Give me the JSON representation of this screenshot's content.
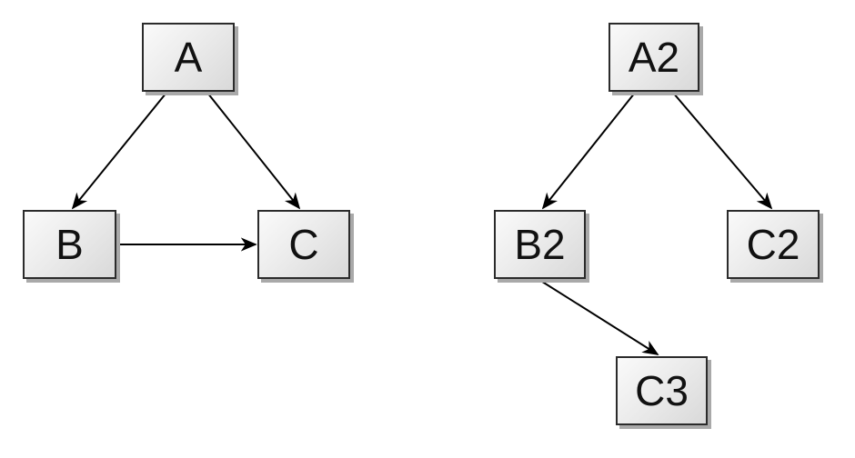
{
  "canvas": {
    "background": "#ffffff"
  },
  "colors": {
    "node_fill_light": "#fafafa",
    "node_fill_dark": "#d9d9d9",
    "node_border": "#2b2b2b",
    "node_shadow": "#a9a9a9",
    "edge": "#000000",
    "label": "#111111"
  },
  "diagram_left": {
    "name": "graph-1",
    "nodes": [
      {
        "id": "A",
        "label": "A"
      },
      {
        "id": "B",
        "label": "B"
      },
      {
        "id": "C",
        "label": "C"
      }
    ],
    "edges": [
      {
        "from": "A",
        "to": "B"
      },
      {
        "from": "A",
        "to": "C"
      },
      {
        "from": "B",
        "to": "C"
      }
    ]
  },
  "diagram_right": {
    "name": "graph-2",
    "nodes": [
      {
        "id": "A2",
        "label": "A2"
      },
      {
        "id": "B2",
        "label": "B2"
      },
      {
        "id": "C2",
        "label": "C2"
      },
      {
        "id": "C3",
        "label": "C3"
      }
    ],
    "edges": [
      {
        "from": "A2",
        "to": "B2"
      },
      {
        "from": "A2",
        "to": "C2"
      },
      {
        "from": "B2",
        "to": "C3"
      }
    ]
  }
}
